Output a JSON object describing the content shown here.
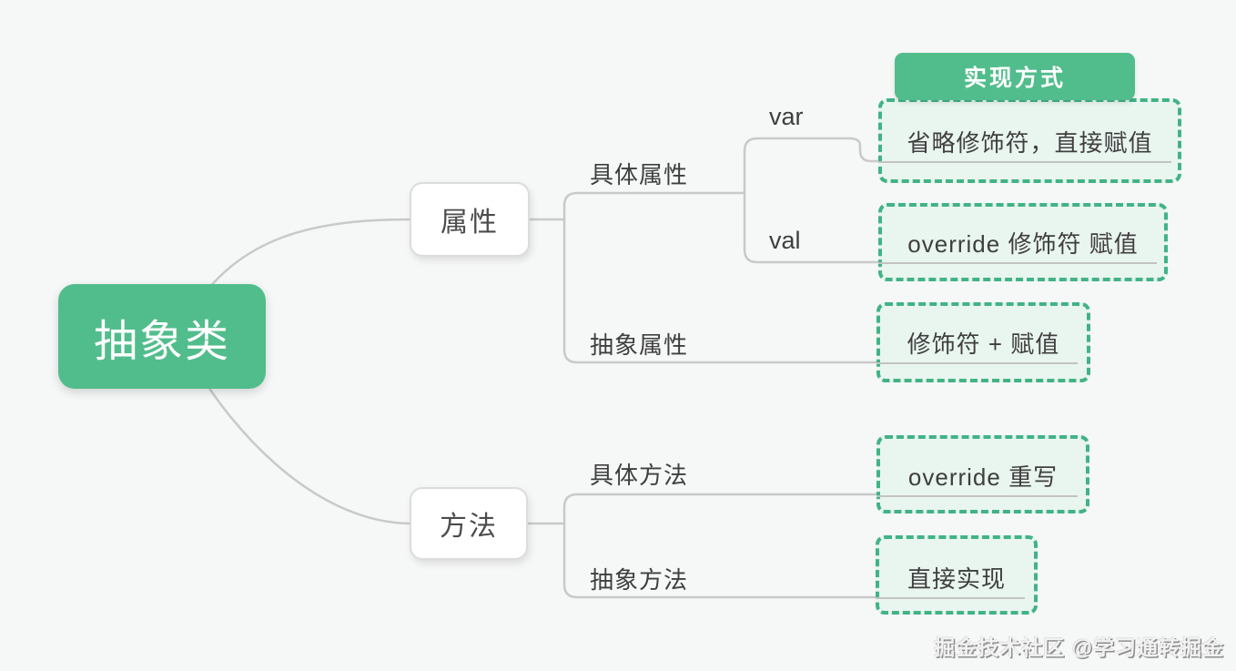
{
  "diagram": {
    "root": {
      "label": "抽象类"
    },
    "legend": {
      "label": "实现方式"
    },
    "branches": [
      {
        "label": "属性",
        "children": [
          {
            "label": "具体属性",
            "children": [
              {
                "label": "var",
                "value": "省略修饰符，直接赋值"
              },
              {
                "label": "val",
                "value": "override 修饰符 赋值"
              }
            ]
          },
          {
            "label": "抽象属性",
            "value": "修饰符 + 赋值"
          }
        ]
      },
      {
        "label": "方法",
        "children": [
          {
            "label": "具体方法",
            "value": "override 重写"
          },
          {
            "label": "抽象方法",
            "value": "直接实现"
          }
        ]
      }
    ]
  },
  "watermark": "掘金技术社区 @学习通转掘金",
  "colors": {
    "accent-green": "#52BD8C",
    "dashed-border": "#41B386",
    "dashed-fill": "#E9F5EF",
    "line-gray": "#C9C9C9",
    "underline-gray": "#C3C3C3",
    "text-dark": "#3F3F3F",
    "bg": "#F6F7F7"
  }
}
